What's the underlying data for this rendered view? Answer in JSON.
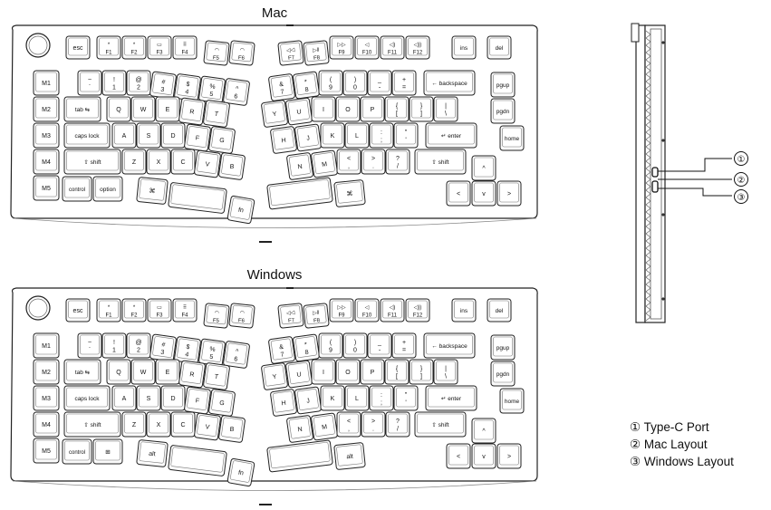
{
  "sections": [
    {
      "id": "mac",
      "title": "Mac"
    },
    {
      "id": "win",
      "title": "Windows"
    }
  ],
  "macros": [
    "M1",
    "M2",
    "M3",
    "M4",
    "M5"
  ],
  "left": {
    "fn_row": [
      {
        "t": "*",
        "b": "F1"
      },
      {
        "t": "*",
        "b": "F2"
      },
      {
        "t": "▭",
        "b": "F3"
      },
      {
        "t": "⠿",
        "b": "F4"
      },
      {
        "t": "◠",
        "b": "F5"
      },
      {
        "t": "◠",
        "b": "F6"
      }
    ],
    "row1": [
      {
        "t": "~",
        "b": "`"
      },
      {
        "t": "!",
        "b": "1"
      },
      {
        "t": "@",
        "b": "2"
      },
      {
        "t": "#",
        "b": "3"
      },
      {
        "t": "$",
        "b": "4"
      },
      {
        "t": "%",
        "b": "5"
      },
      {
        "t": "^",
        "b": "6"
      }
    ],
    "row2": [
      "Q",
      "W",
      "E",
      "R",
      "T"
    ],
    "row3": [
      "A",
      "S",
      "D",
      "F",
      "G"
    ],
    "row4": [
      "Z",
      "X",
      "C",
      "V",
      "B"
    ]
  },
  "right": {
    "fn_row": [
      {
        "t": "◁◁",
        "b": "F7"
      },
      {
        "t": "▷‖",
        "b": "F8"
      },
      {
        "t": "▷▷",
        "b": "F9"
      },
      {
        "t": "◁",
        "b": "F10"
      },
      {
        "t": "◁)",
        "b": "F11"
      },
      {
        "t": "◁))",
        "b": "F12"
      }
    ],
    "row1": [
      {
        "t": "&",
        "b": "7"
      },
      {
        "t": "*",
        "b": "8"
      },
      {
        "t": "(",
        "b": "9"
      },
      {
        "t": ")",
        "b": "0"
      },
      {
        "t": "_",
        "b": "-"
      },
      {
        "t": "+",
        "b": "="
      }
    ],
    "row2": [
      "Y",
      "U",
      "I",
      "O",
      "P",
      {
        "t": "{",
        "b": "["
      },
      {
        "t": "}",
        "b": "]"
      },
      {
        "t": "|",
        "b": "\\"
      }
    ],
    "row3": [
      "H",
      "J",
      "K",
      "L",
      {
        "t": ":",
        "b": ";"
      },
      {
        "t": "\"",
        "b": "'"
      }
    ],
    "row4": [
      "N",
      "M",
      {
        "t": "<",
        "b": ","
      },
      {
        "t": ">",
        "b": "."
      },
      {
        "t": "?",
        "b": "/"
      }
    ]
  },
  "keys": {
    "esc": "esc",
    "tab": "tab ⇆",
    "caps": "caps lock",
    "lshift": "⇧ shift",
    "rshift": "⇧ shift",
    "control": "control",
    "backspace": "← backspace",
    "enter": "↵ enter",
    "ins": "ins",
    "del": "del",
    "pgup": "pgup",
    "pgdn": "pgdn",
    "home": "home",
    "fn": "fn",
    "up": "^",
    "left": "<",
    "down": "v",
    "right": ">"
  },
  "mac_keys": {
    "mod2": "option",
    "lmod": "⌘",
    "rmod": "⌘"
  },
  "win_keys": {
    "mod2": "⊞",
    "lmod": "alt",
    "rmod": "alt"
  },
  "callouts": [
    "①",
    "②",
    "③"
  ],
  "legend": [
    {
      "num": "①",
      "text": "Type-C Port"
    },
    {
      "num": "②",
      "text": "Mac Layout"
    },
    {
      "num": "③",
      "text": "Windows Layout"
    }
  ]
}
